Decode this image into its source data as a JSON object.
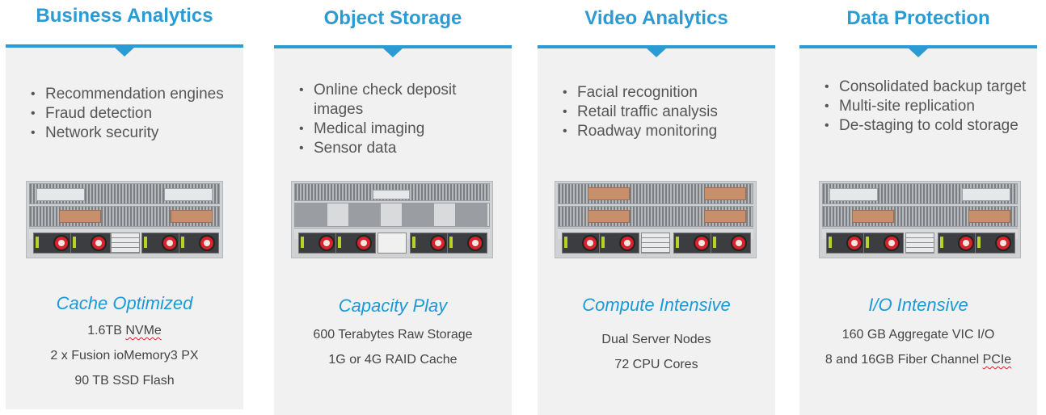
{
  "accent_color": "#2a9bd3",
  "columns": [
    {
      "title": "Business Analytics",
      "bullets": [
        "Recommendation engines",
        "Fraud detection",
        "Network security"
      ],
      "server_icon": "server-chassis-cache-optimized",
      "profile": "Cache Optimized",
      "specs": [
        "1.6TB",
        "NVMe",
        "2 x Fusion ioMemory3 PX",
        "90 TB SSD Flash"
      ]
    },
    {
      "title": "Object Storage",
      "bullets": [
        "Online check deposit images",
        "Medical imaging",
        "Sensor data"
      ],
      "server_icon": "server-chassis-capacity",
      "profile": "Capacity Play",
      "specs": [
        "600 Terabytes Raw Storage",
        "1G or 4G RAID Cache"
      ]
    },
    {
      "title": "Video Analytics",
      "bullets": [
        "Facial recognition",
        "Retail traffic analysis",
        "Roadway monitoring"
      ],
      "server_icon": "server-chassis-dual-node",
      "profile": "Compute Intensive",
      "specs": [
        "Dual Server Nodes",
        "72 CPU Cores"
      ]
    },
    {
      "title": "Data Protection",
      "bullets": [
        "Consolidated backup target",
        "Multi-site replication",
        "De-staging to cold storage"
      ],
      "server_icon": "server-chassis-io-intensive",
      "profile": "I/O Intensive",
      "specs": [
        "160 GB Aggregate VIC I/O",
        "8 and 16GB Fiber Channel",
        "PCIe"
      ]
    }
  ]
}
